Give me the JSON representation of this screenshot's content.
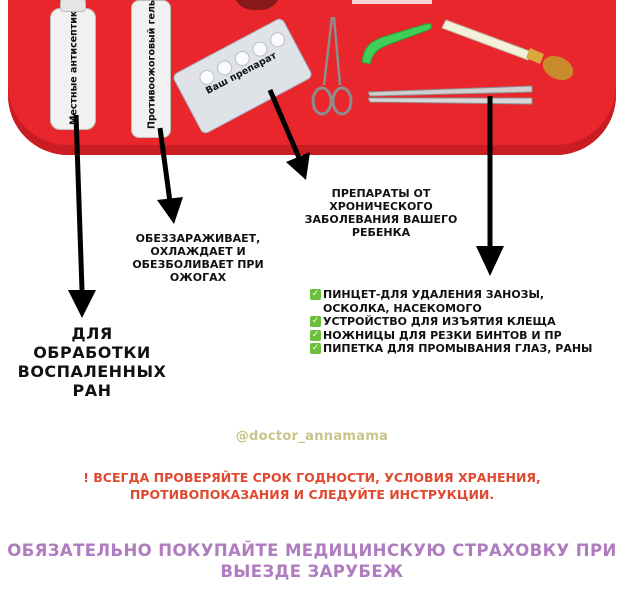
{
  "items": {
    "antiseptic_label": "Местные антисептики",
    "burn_gel_label": "Противоожоговый гель",
    "blister_label": "Ваш препарат"
  },
  "annotations": {
    "wounds": "Для обработки воспаленных ран",
    "burn": "Обеззараживает, охлаждает и обезболивает при ожогах",
    "chronic": "Препараты от хронического заболевания вашего ребенка"
  },
  "checklist": [
    "Пинцет-для удаления занозы, осколка, насекомого",
    "Устройство для изъятия клеща",
    "Ножницы для резки бинтов и пр",
    "Пипетка для промывания глаз, раны"
  ],
  "handle": "@doctor_annamama",
  "warning": "! Всегда проверяйте срок годности,  условия хранения, противопоказания и следуйте инструкции.",
  "insurance": "Обязательно покупайте медицинскую страховку при выезде зарубеж",
  "colors": {
    "bag_red": "#e8262c",
    "check_green": "#6bbf3b",
    "warning_red": "#e0492f",
    "insurance_purple": "#b07cc0",
    "handle_gold": "#c9c48a"
  }
}
